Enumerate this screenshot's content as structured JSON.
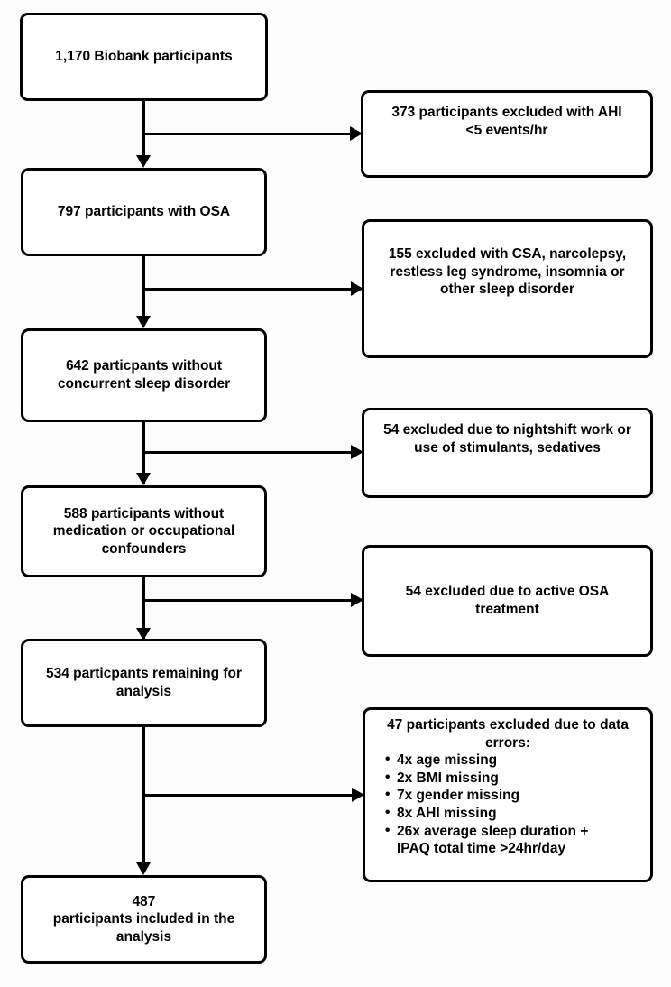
{
  "figure": {
    "type": "flowchart",
    "orientation": "top-to-bottom",
    "description": "Participant selection flow diagram",
    "colors": {
      "background": "#fdfdfd",
      "box_border": "#000000",
      "box_fill": "#ffffff",
      "text": "#000000",
      "connector": "#000000"
    }
  },
  "flow_nodes": [
    {
      "id": "n1",
      "text": "1,170 Biobank participants",
      "count": 1170
    },
    {
      "id": "n2",
      "text": "797 participants with OSA",
      "count": 797
    },
    {
      "id": "n3",
      "text": "642 particpants without\nconcurrent sleep disorder",
      "count": 642
    },
    {
      "id": "n4",
      "text": "588 participants without\nmedication or occupational\nconfounders",
      "count": 588
    },
    {
      "id": "n5",
      "text": "534 particpants remaining for\nanalysis",
      "count": 534
    },
    {
      "id": "n6",
      "text": "487\nparticipants included in the\nanalysis",
      "count": 487
    }
  ],
  "exclusion_nodes": [
    {
      "id": "e1",
      "text": "373 participants excluded with AHI\n<5 events/hr",
      "count": 373
    },
    {
      "id": "e2",
      "text": "155 excluded with CSA, narcolepsy,\nrestless leg syndrome, insomnia or\nother sleep disorder",
      "count": 155
    },
    {
      "id": "e3",
      "text": "54 excluded due to nightshift work or\nuse of stimulants, sedatives",
      "count": 54
    },
    {
      "id": "e4",
      "text": "54 excluded due to active OSA\ntreatment",
      "count": 54
    }
  ],
  "exclusion_list_node": {
    "id": "e5",
    "heading": "47 participants excluded due to  data\nerrors:",
    "count": 47,
    "items": [
      "4x age missing",
      "2x BMI missing",
      "7x gender missing",
      "8x AHI missing",
      "26x average sleep duration +\nIPAQ total time >24hr/day"
    ]
  }
}
